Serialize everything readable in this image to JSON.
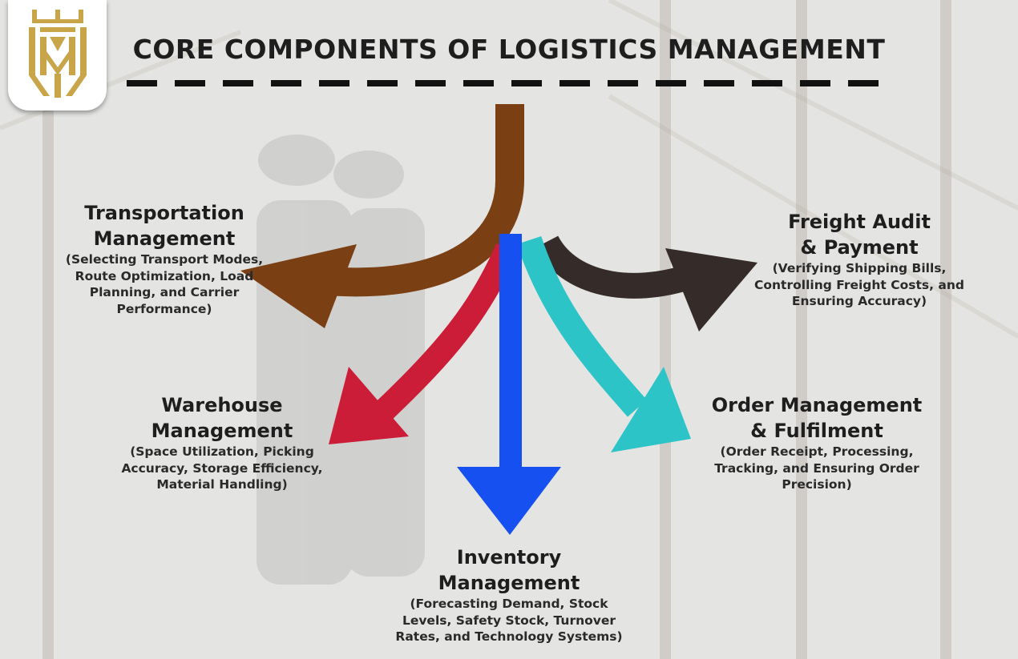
{
  "title": "CORE COMPONENTS OF LOGISTICS MANAGEMENT",
  "colors": {
    "transportation": "#7a4014",
    "freight": "#352b29",
    "warehouse": "#cb1d37",
    "inventory": "#1650f0",
    "order": "#2dc4c8",
    "logo_gold": "#c9a54a"
  },
  "logo": {
    "icon": "crown-shield-monogram-icon"
  },
  "components": {
    "transportation": {
      "title_lines": [
        "Transportation",
        "Management"
      ],
      "desc_lines": [
        "(Selecting Transport Modes,",
        "Route Optimization, Load",
        "Planning, and Carrier",
        "Performance)"
      ]
    },
    "freight": {
      "title_lines": [
        "Freight Audit",
        "& Payment"
      ],
      "desc_lines": [
        "(Verifying Shipping Bills,",
        "Controlling Freight Costs, and",
        "Ensuring Accuracy)"
      ]
    },
    "warehouse": {
      "title_lines": [
        "Warehouse",
        "Management"
      ],
      "desc_lines": [
        "(Space Utilization, Picking",
        "Accuracy, Storage Efficiency,",
        "Material Handling)"
      ]
    },
    "order": {
      "title_lines": [
        "Order Management",
        "& Fulfilment"
      ],
      "desc_lines": [
        "(Order Receipt, Processing,",
        "Tracking, and Ensuring Order",
        "Precision)"
      ]
    },
    "inventory": {
      "title_lines": [
        "Inventory",
        "Management"
      ],
      "desc_lines": [
        "(Forecasting Demand, Stock",
        "Levels, Safety Stock, Turnover",
        "Rates, and Technology Systems)"
      ]
    }
  }
}
